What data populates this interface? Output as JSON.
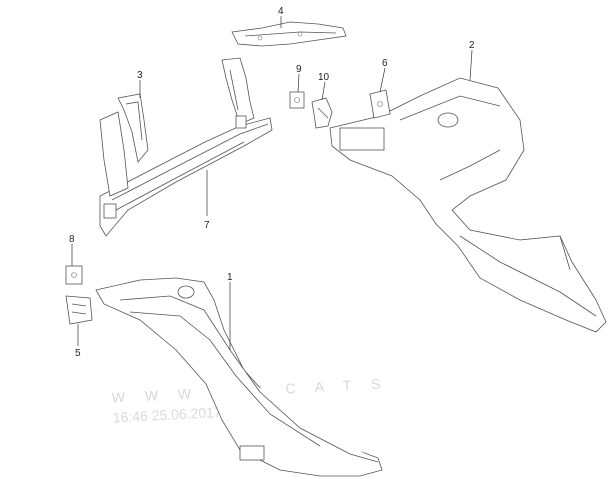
{
  "callouts": [
    {
      "id": "1",
      "label": "1"
    },
    {
      "id": "2",
      "label": "2"
    },
    {
      "id": "3",
      "label": "3"
    },
    {
      "id": "4",
      "label": "4"
    },
    {
      "id": "5",
      "label": "5"
    },
    {
      "id": "6",
      "label": "6"
    },
    {
      "id": "7",
      "label": "7"
    },
    {
      "id": "8",
      "label": "8"
    },
    {
      "id": "9",
      "label": "9"
    },
    {
      "id": "10",
      "label": "10"
    }
  ],
  "watermark": {
    "line1": "W W W . I L C A T S",
    "line2": "16:46 25.06.2017"
  },
  "colors": {
    "line": "#555555",
    "label": "#222222",
    "watermark": "#d8d8d8",
    "background": "#ffffff"
  }
}
